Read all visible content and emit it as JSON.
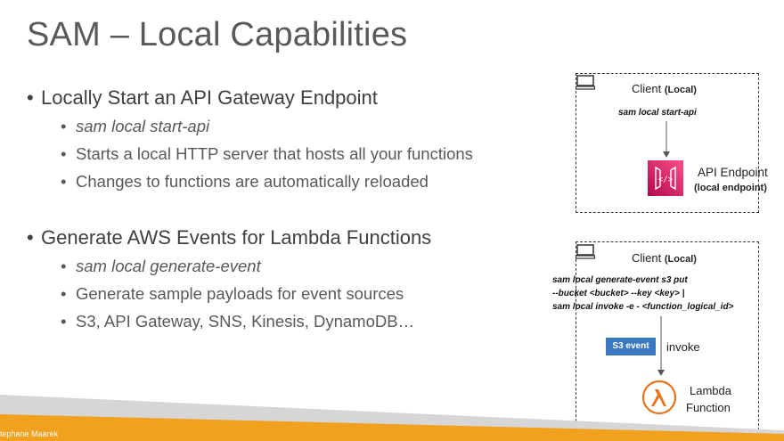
{
  "slide": {
    "title": "SAM – Local Capabilities",
    "author": "tephane Maarek"
  },
  "section1": {
    "heading": "Locally Start an API Gateway Endpoint",
    "items": [
      "sam local start-api",
      "Starts a local HTTP server that hosts all your functions",
      "Changes to functions are automatically reloaded"
    ]
  },
  "section2": {
    "heading": "Generate AWS Events for Lambda Functions",
    "items": [
      "sam local generate-event",
      "Generate sample payloads for event sources",
      "S3, API Gateway, SNS, Kinesis, DynamoDB…"
    ]
  },
  "diagram1": {
    "client_label": "Client",
    "client_sub": "(Local)",
    "command": "sam local start-api",
    "endpoint_label": "API Endpoint",
    "endpoint_sub": "(local endpoint)"
  },
  "diagram2": {
    "client_label": "Client",
    "client_sub": "(Local)",
    "command_line1": "sam local generate-event s3 put",
    "command_line2": "--bucket <bucket> --key <key> |",
    "command_line3": "sam local invoke -e - <function_logical_id>",
    "event_badge": "S3 event",
    "invoke_label": "invoke",
    "lambda_label_1": "Lambda",
    "lambda_label_2": "Function"
  },
  "colors": {
    "api_gateway": "#e7157b",
    "s3_event": "#3b78c4",
    "lambda": "#e8731a",
    "footer_orange": "#f2a11f",
    "footer_gray": "#cfcfcf"
  },
  "icons": [
    "computer-icon",
    "api-gateway-icon",
    "lambda-icon"
  ]
}
